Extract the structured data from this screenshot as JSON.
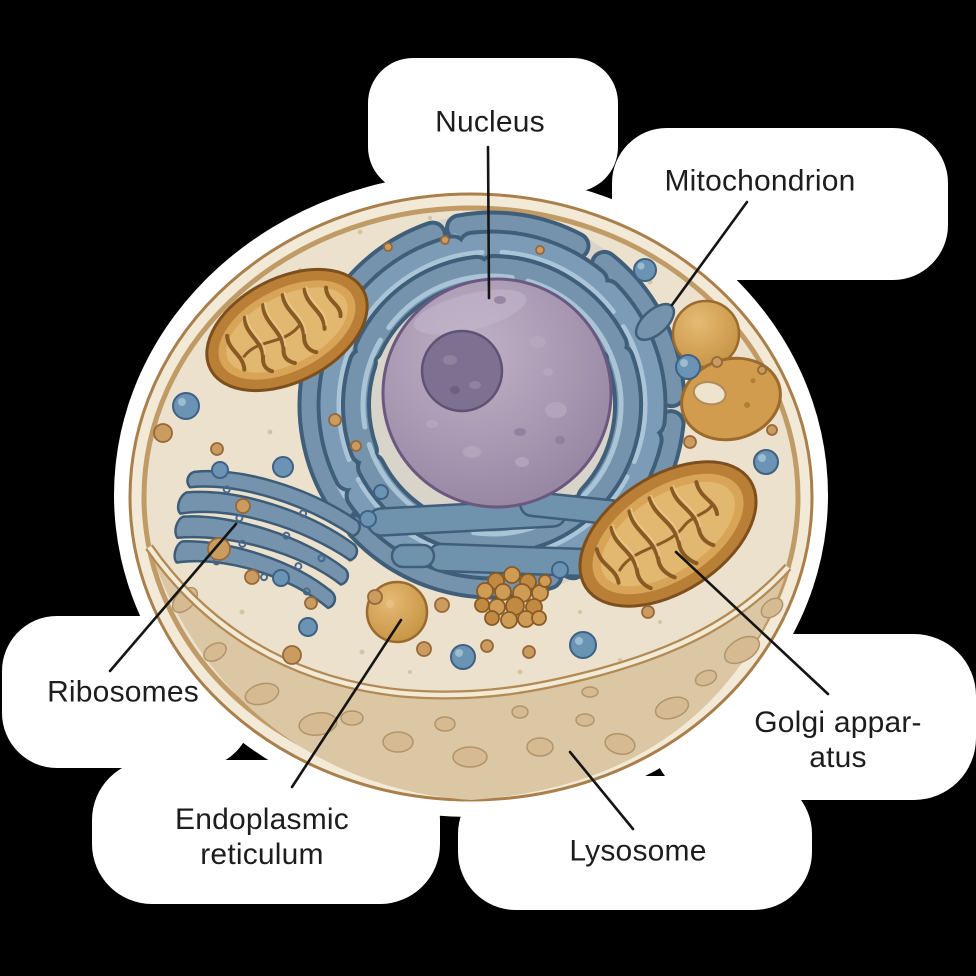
{
  "figure": {
    "subject": "Animal cell anatomy illustration, cutaway view"
  },
  "labels": {
    "nucleus": {
      "lines": [
        "Nucleus"
      ]
    },
    "mitochondrion": {
      "lines": [
        "Mitochondrion"
      ]
    },
    "ribosomes": {
      "lines": [
        "Ribosomes"
      ]
    },
    "endoplasmic_reticulum": {
      "lines": [
        "Endoplasmic",
        "reticulum"
      ]
    },
    "lysosome": {
      "lines": [
        "Lysosome"
      ]
    },
    "golgi_apparatus": {
      "lines": [
        "Golgi appar-",
        "atus"
      ]
    }
  },
  "palette": {
    "background": "#000000",
    "backdrop_cloud": "#ffffff",
    "label_text": "#1d1d1d",
    "leader_line": "#151515",
    "cell_fill": "#ece1cc",
    "cell_membrane_outline": "#a97f4b",
    "cell_membrane_band": "#c09b66",
    "cell_cut_surface": "#dcc7a5",
    "cut_surface_spot": "#d5ba92",
    "nucleus": "#a697b2",
    "nucleolus": "#7e7090",
    "er_blue": "#7593ad",
    "er_outline": "#3f5e79",
    "er_highlight": "#b3cddd",
    "mitochondrion_orange": "#d09a4e",
    "mitochondrion_outline": "#7d4f1d",
    "vesicle_tan": "#cb9c5f",
    "ribosome_blue": "#6b93b4"
  }
}
